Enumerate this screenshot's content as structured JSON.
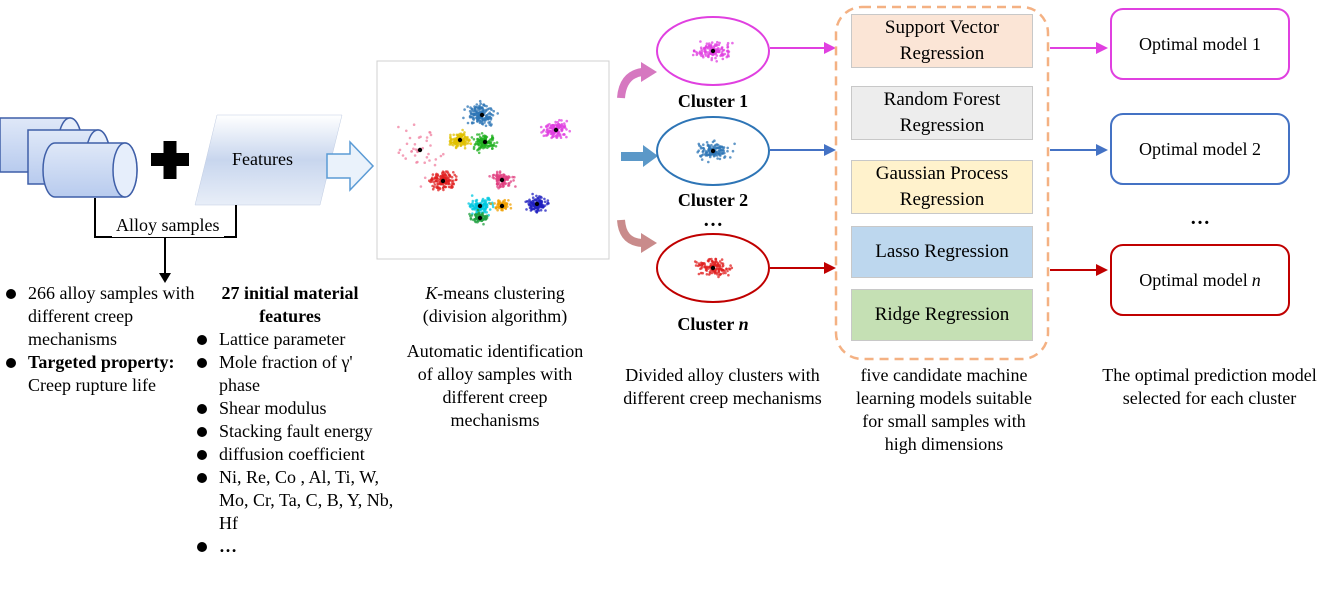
{
  "inputs": {
    "features_label": "Features",
    "alloy_label": "Alloy samples",
    "alloy_bullets": [
      "266 alloy samples with different creep mechanisms"
    ],
    "target_bold": "Targeted property:",
    "target_text": "Creep rupture life",
    "features_title": "27 initial material features",
    "feature_list": [
      "Lattice parameter",
      "Mole fraction of γ' phase",
      "Shear modulus",
      "Stacking fault energy",
      "diffusion coefficient",
      "Ni, Re, Co , Al,  Ti, W, Mo, Cr, Ta, C, B, Y, Nb, Hf",
      "…"
    ]
  },
  "clustering": {
    "title_italic": "K",
    "title_rest": "-means clustering",
    "subtitle": "(division algorithm)",
    "description": "Automatic identification of alloy samples with different creep mechanisms"
  },
  "clusters": {
    "items": [
      {
        "label": "Cluster 1",
        "color": "#e040e0"
      },
      {
        "label": "Cluster 2",
        "color": "#4472c4"
      },
      {
        "label_prefix": "Cluster ",
        "label_italic": "n",
        "color": "#c00000"
      }
    ],
    "ellipsis": "…",
    "caption": "Divided alloy clusters with different creep mechanisms"
  },
  "models": {
    "items": [
      {
        "label": "Support Vector Regression",
        "color": "#fbe5d6"
      },
      {
        "label": "Random Forest Regression",
        "color": "#ededed"
      },
      {
        "label": "Gaussian Process Regression",
        "color": "#fff2cc"
      },
      {
        "label": "Lasso Regression",
        "color": "#bdd7ee"
      },
      {
        "label": "Ridge Regression",
        "color": "#c5e0b4"
      }
    ],
    "border_color": "#f4b183",
    "caption": "five candidate machine learning models suitable for small samples with high dimensions"
  },
  "optimal": {
    "items": [
      {
        "label": "Optimal model 1",
        "color": "#e040e0"
      },
      {
        "label": "Optimal model 2",
        "color": "#4472c4"
      },
      {
        "label_prefix": "Optimal model ",
        "label_italic": "n",
        "color": "#c00000"
      }
    ],
    "ellipsis": "…",
    "caption": "The optimal prediction model selected for each cluster"
  }
}
